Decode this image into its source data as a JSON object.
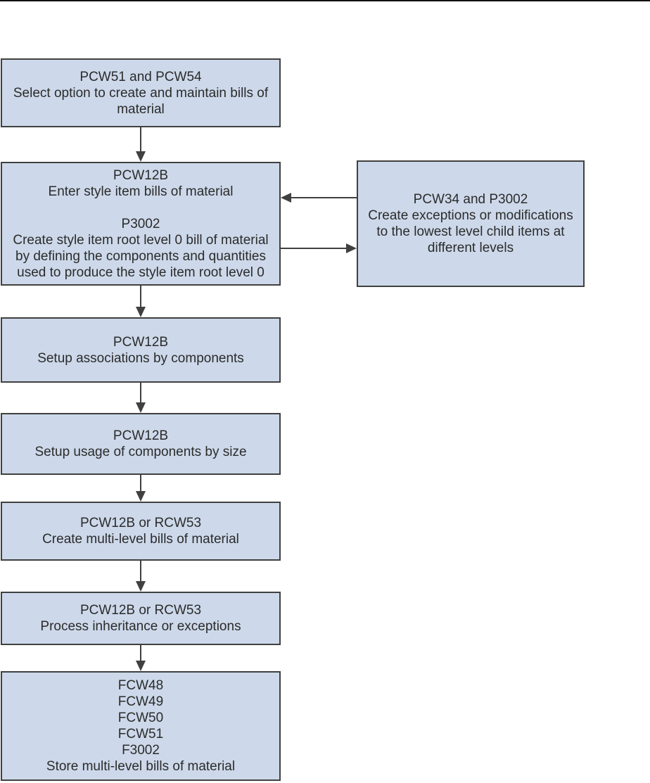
{
  "diagram": {
    "colors": {
      "box_fill": "#CDD9EA",
      "box_border": "#404040",
      "arrow": "#404040",
      "top_rule": "#111111",
      "text_color": "#2b2b2b"
    },
    "boxes": [
      {
        "id": "select-option",
        "text": "PCW51 and PCW54\nSelect option to create and maintain bills of\nmaterial"
      },
      {
        "id": "enter-style-item-bom",
        "text": "PCW12B\nEnter style item bills of material\n\nP3002\nCreate style item root level 0 bill of material\nby defining the components and quantities\nused to produce the style item root level 0"
      },
      {
        "id": "setup-associations",
        "text": "PCW12B\nSetup associations by components"
      },
      {
        "id": "setup-usage",
        "text": "PCW12B\nSetup usage of components by size"
      },
      {
        "id": "create-multilevel-bom",
        "text": "PCW12B or RCW53\nCreate multi-level bills of material"
      },
      {
        "id": "process-inheritance",
        "text": "PCW12B or RCW53\nProcess inheritance or exceptions"
      },
      {
        "id": "store-multilevel-bom",
        "text": "FCW48\nFCW49\nFCW50\nFCW51\nF3002\nStore multi-level bills of material"
      }
    ],
    "side_box": {
      "id": "create-exceptions",
      "text": "PCW34 and P3002\nCreate exceptions or modifications\nto the lowest level child items at\ndifferent levels"
    }
  }
}
